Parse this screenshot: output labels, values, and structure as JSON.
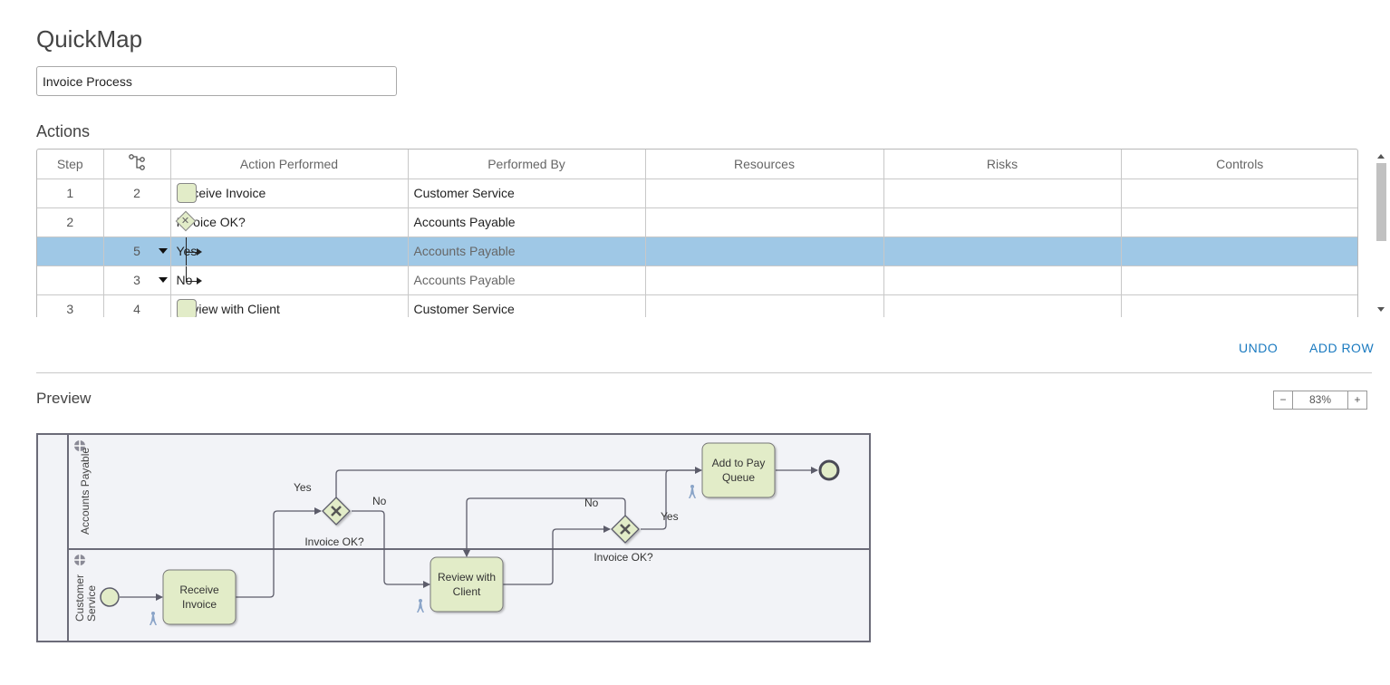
{
  "app": {
    "title": "QuickMap"
  },
  "process": {
    "name": "Invoice Process"
  },
  "actions": {
    "title": "Actions",
    "columns": [
      "Step",
      "Action Performed",
      "Performed By",
      "Resources",
      "Risks",
      "Controls"
    ],
    "branch_column_icon": "branch-icon",
    "rows": [
      {
        "step": "1",
        "branch": "2",
        "action": "Receive Invoice",
        "by": "Customer Service",
        "type": "task"
      },
      {
        "step": "2",
        "branch": "",
        "action": "Invoice OK?",
        "by": "Accounts Payable",
        "type": "gateway"
      },
      {
        "step": "",
        "branch": "5",
        "action": "Yes",
        "by": "Accounts Payable",
        "type": "branch",
        "selected": true
      },
      {
        "step": "",
        "branch": "3",
        "action": "No",
        "by": "Accounts Payable",
        "type": "branch"
      },
      {
        "step": "3",
        "branch": "4",
        "action": "Review with Client",
        "by": "Customer Service",
        "type": "task"
      }
    ]
  },
  "buttons": {
    "undo": "UNDO",
    "add_row": "ADD ROW"
  },
  "preview": {
    "title": "Preview",
    "zoom": {
      "minus": "−",
      "value": "83%",
      "plus": "+"
    },
    "lanes": [
      "Accounts Payable",
      "Customer Service"
    ],
    "tasks": {
      "receive_invoice": [
        "Receive",
        "Invoice"
      ],
      "review_with_client": [
        "Review with",
        "Client"
      ],
      "add_to_pay_queue": [
        "Add to Pay",
        "Queue"
      ]
    },
    "gateways": {
      "g1": "Invoice OK?",
      "g2": "Invoice OK?"
    },
    "flow_labels": {
      "g1_yes": "Yes",
      "g1_no": "No",
      "g2_no": "No",
      "g2_yes": "Yes"
    }
  },
  "colors": {
    "accent": "#1a7ac0",
    "selected_row": "#9fc8e6",
    "task_fill": "#e2ecc8",
    "lane_fill": "#f2f3f7",
    "lane_border": "#6b6b78"
  }
}
